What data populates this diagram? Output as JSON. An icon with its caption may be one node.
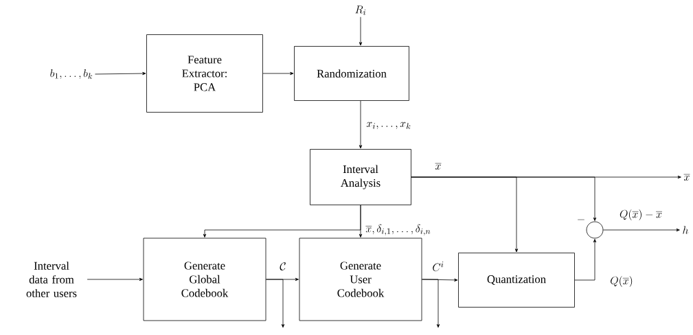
{
  "diagram": {
    "nodes": [
      {
        "text": [
          "b_1, \\ldots, b_k"
        ]
      },
      {
        "text": [
          "Feature Extractor: PCA"
        ]
      },
      {
        "text": [
          "Randomization"
        ]
      },
      {
        "text": [
          "R_i"
        ]
      },
      {
        "text": [
          "Interval Analysis"
        ]
      },
      {
        "text": [
          "Generate Global Codebook"
        ]
      },
      {
        "text": [
          "Generate User Codebook"
        ]
      },
      {
        "text": [
          "Quantization"
        ]
      },
      {
        "text": [
          "Interval data from other users"
        ]
      },
      {
        "text": [],
        "shape": "circle"
      },
      {
        "text": [
          "\\overline{x}"
        ]
      },
      {
        "text": [
          "h"
        ]
      }
    ],
    "edges": [
      {
        "from": 0,
        "to": 1,
        "arrow": "to"
      },
      {
        "from": 1,
        "to": 2,
        "arrow": "to"
      },
      {
        "from": 3,
        "to": 2,
        "arrow": "to"
      },
      {
        "from": 2,
        "to": 4,
        "arrow": "to",
        "label": "x_i, \\ldots, x_k"
      },
      {
        "from": 4,
        "to": 6,
        "arrow": "to",
        "label": "\\overline{x}, \\delta_{i,1}, \\ldots, \\delta_{i,n}"
      },
      {
        "from": 4,
        "to": 5,
        "arrow": "to"
      },
      {
        "from": 4,
        "to": 10,
        "arrow": "to",
        "label": "\\overline{x}"
      },
      {
        "from": 4,
        "to": 7,
        "arrow": "to"
      },
      {
        "from": 4,
        "to": 9,
        "arrow": "to"
      },
      {
        "from": 8,
        "to": 5,
        "arrow": "to"
      },
      {
        "from": 5,
        "to": 6,
        "arrow": "to",
        "label": "\\mathcal{C}"
      },
      {
        "from": 5,
        "to": null,
        "arrow": "to"
      },
      {
        "from": 6,
        "to": 7,
        "arrow": "to",
        "label": "C^i"
      },
      {
        "from": 6,
        "to": null,
        "arrow": "to"
      },
      {
        "from": 7,
        "to": 9,
        "arrow": "to",
        "label": "Q(\\overline{x})"
      },
      {
        "from": 9,
        "to": 11,
        "arrow": "to",
        "label": "Q(\\overline{x}) - \\overline{x}"
      }
    ],
    "labels": [
      "-"
    ]
  }
}
